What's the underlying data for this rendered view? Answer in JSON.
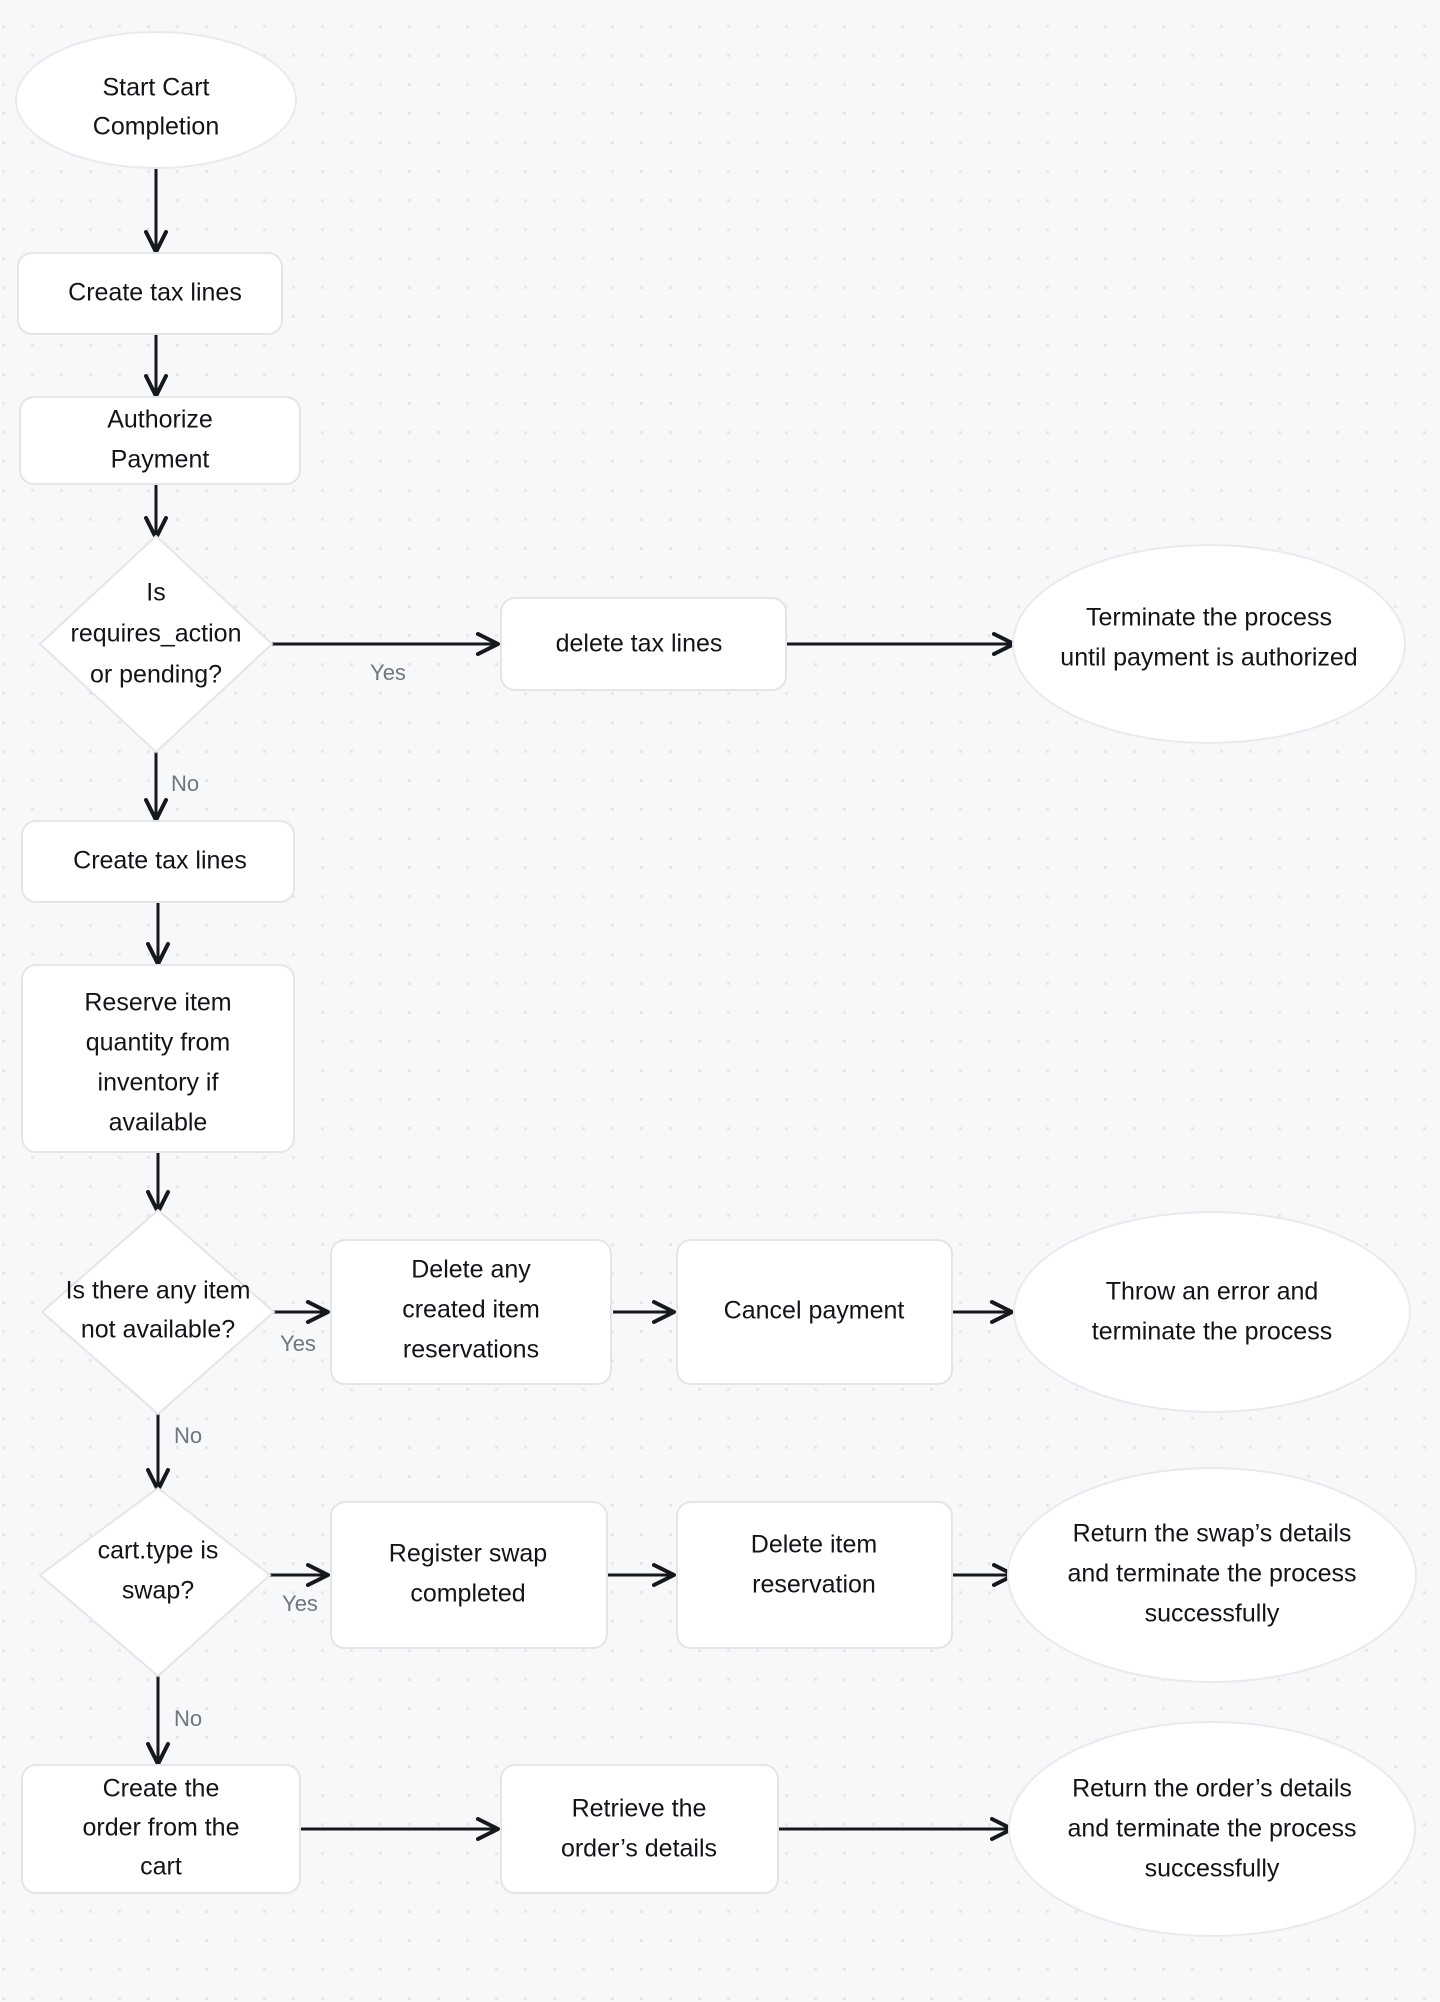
{
  "diagram": {
    "title": "Cart Completion Flow",
    "background_color": "#f6f8fa",
    "dot_color": "#e4e6ea",
    "node_fill": "#ffffff",
    "node_border": "#e3e5e8",
    "text_color": "#12141a",
    "edge_color": "#15181d",
    "edge_label_color": "#6f7680"
  },
  "nodes": {
    "start": {
      "shape": "ellipse",
      "lines": [
        "Start Cart",
        "Completion"
      ]
    },
    "create_tax_lines_1": {
      "shape": "rect",
      "lines": [
        "Create tax lines"
      ]
    },
    "authorize_payment": {
      "shape": "rect",
      "lines": [
        "Authorize",
        "Payment"
      ]
    },
    "decision_requires_action": {
      "shape": "diamond",
      "lines": [
        "Is",
        "requires_action",
        "or pending?"
      ]
    },
    "delete_tax_lines": {
      "shape": "rect",
      "lines": [
        "delete tax lines"
      ]
    },
    "terminate_until_authorized": {
      "shape": "ellipse",
      "lines": [
        "Terminate the process",
        "until payment is authorized"
      ]
    },
    "create_tax_lines_2": {
      "shape": "rect",
      "lines": [
        "Create tax lines"
      ]
    },
    "reserve_item_quantity": {
      "shape": "rect",
      "lines": [
        "Reserve item",
        "quantity from",
        "inventory if",
        "available"
      ]
    },
    "decision_item_not_available": {
      "shape": "diamond",
      "lines": [
        "Is there any item",
        "not available?"
      ]
    },
    "delete_created_reservations": {
      "shape": "rect",
      "lines": [
        "Delete any",
        "created item",
        "reservations"
      ]
    },
    "cancel_payment": {
      "shape": "rect",
      "lines": [
        "Cancel payment"
      ]
    },
    "throw_error_terminate": {
      "shape": "ellipse",
      "lines": [
        "Throw an error and",
        "terminate the process"
      ]
    },
    "decision_cart_type_swap": {
      "shape": "diamond",
      "lines": [
        "cart.type is",
        "swap?"
      ]
    },
    "register_swap_completed": {
      "shape": "rect",
      "lines": [
        "Register swap",
        "completed"
      ]
    },
    "delete_item_reservation": {
      "shape": "rect",
      "lines": [
        "Delete item",
        "reservation"
      ]
    },
    "return_swap_details": {
      "shape": "ellipse",
      "lines": [
        "Return the swap’s details",
        "and terminate the process",
        "successfully"
      ]
    },
    "create_order_from_cart": {
      "shape": "rect",
      "lines": [
        "Create the",
        "order from the",
        "cart"
      ]
    },
    "retrieve_order_details": {
      "shape": "rect",
      "lines": [
        "Retrieve the",
        "order’s details"
      ]
    },
    "return_order_details": {
      "shape": "ellipse",
      "lines": [
        "Return the order’s details",
        "and terminate the process",
        "successfully"
      ]
    }
  },
  "edge_labels": {
    "requires_action_yes": "Yes",
    "requires_action_no": "No",
    "item_not_available_yes": "Yes",
    "item_not_available_no": "No",
    "cart_type_swap_yes": "Yes",
    "cart_type_swap_no": "No"
  }
}
